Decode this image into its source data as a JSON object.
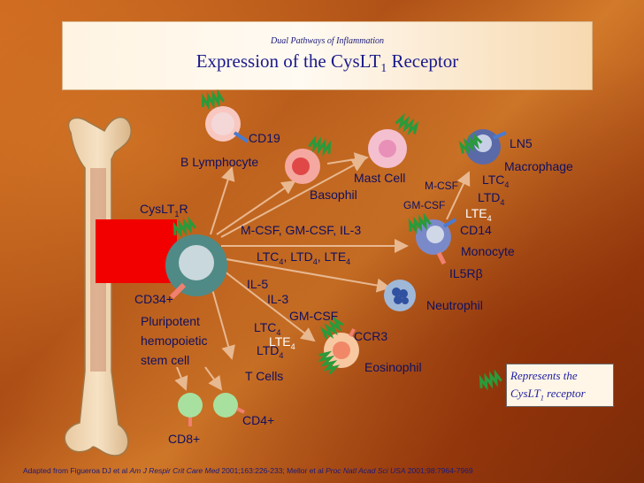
{
  "title_box": {
    "subtitle": "Dual Pathways of Inflammation",
    "title_main": "Expression of the CysLT",
    "title_sub": "1",
    "title_end": " Receptor"
  },
  "labels": {
    "cd19": "CD19",
    "b_lymphocyte": "B Lymphocyte",
    "basophil": "Basophil",
    "mast_cell": "Mast Cell",
    "ln5": "LN5",
    "macrophage": "Macrophage",
    "m_csf_short": "M-CSF",
    "gm_csf_short": "GM-CSF",
    "ltc4": "LTC",
    "ltd4": "LTD",
    "lte4": "LTE",
    "sub4": "4",
    "cd14": "CD14",
    "monocyte": "Monocyte",
    "il5r": "IL5Rβ",
    "cyslt_r_a": "CysLT",
    "cyslt_r_sub": "1",
    "cyslt_r_b": "R",
    "mcsf_gmcsf_il3": "M-CSF, GM-CSF, IL-3",
    "ltc4_ltd4_lte4_a": "LTC",
    "ltc4_ltd4_lte4_b": ", LTD",
    "ltc4_ltd4_lte4_c": ", LTE",
    "il5": "IL-5",
    "il3": "IL-3",
    "neutrophil": "Neutrophil",
    "cd34": "CD34+",
    "stem_cell_1": "Pluripotent",
    "stem_cell_2": "hemopoietic",
    "stem_cell_3": "stem cell",
    "gm_csf": "GM-CSF",
    "ccr3": "CCR3",
    "eosinophil": "Eosinophil",
    "t_cells": "T Cells",
    "cd4": "CD4+",
    "cd8": "CD8+"
  },
  "legend": {
    "line1": "Represents the",
    "line2_a": "CysLT",
    "line2_sub": "1",
    "line2_b": " receptor"
  },
  "footer": {
    "part1": "Adapted from Figueroa DJ et al ",
    "journal1": "Am J Respir Crit Care Med",
    "part2": " 2001;163:226-233; Mellor et al ",
    "journal2": "Proc Natl Acad Sci USA",
    "part3": " 2001;98:7964-7969"
  },
  "colors": {
    "receptor": "#2a9a3a",
    "text": "#101060",
    "background": "#b8561a"
  }
}
